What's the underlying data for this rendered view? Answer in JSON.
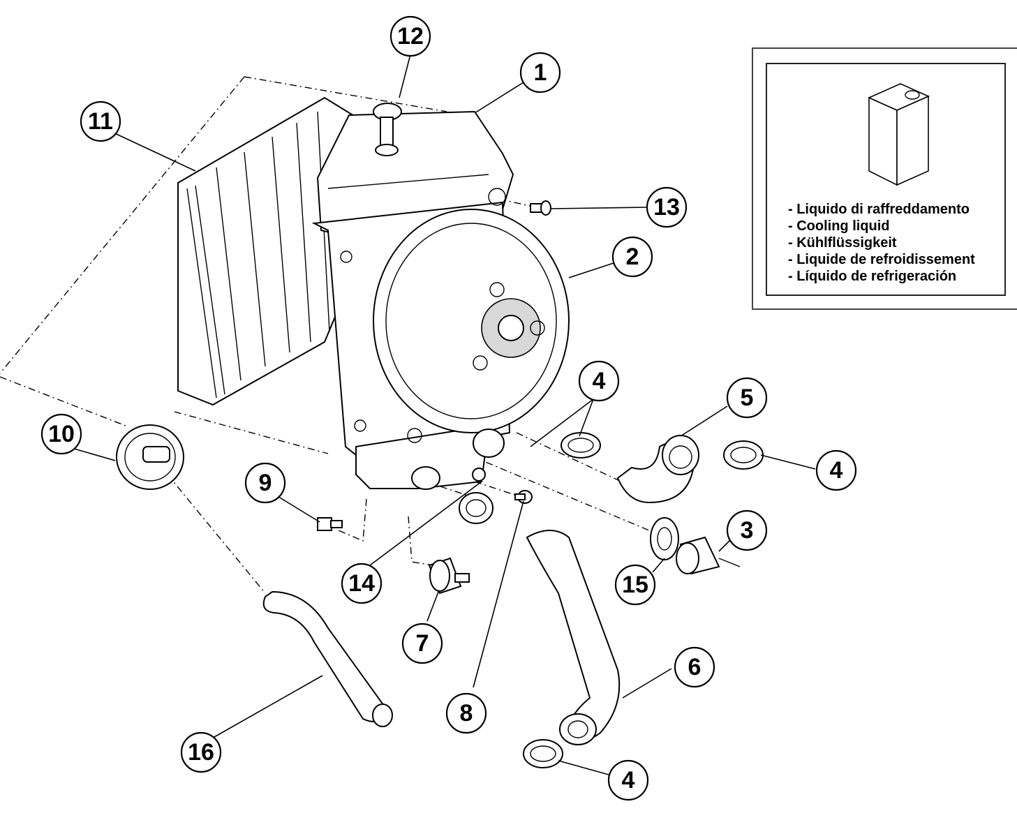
{
  "callouts": [
    {
      "id": "c1",
      "label": "1"
    },
    {
      "id": "c2",
      "label": "2"
    },
    {
      "id": "c3",
      "label": "3"
    },
    {
      "id": "c4a",
      "label": "4"
    },
    {
      "id": "c4b",
      "label": "4"
    },
    {
      "id": "c4c",
      "label": "4"
    },
    {
      "id": "c5",
      "label": "5"
    },
    {
      "id": "c6",
      "label": "6"
    },
    {
      "id": "c7",
      "label": "7"
    },
    {
      "id": "c8",
      "label": "8"
    },
    {
      "id": "c9",
      "label": "9"
    },
    {
      "id": "c10",
      "label": "10"
    },
    {
      "id": "c11",
      "label": "11"
    },
    {
      "id": "c12",
      "label": "12"
    },
    {
      "id": "c13",
      "label": "13"
    },
    {
      "id": "c14",
      "label": "14"
    },
    {
      "id": "c15",
      "label": "15"
    },
    {
      "id": "c16",
      "label": "16"
    }
  ],
  "legend": {
    "icon": "coolant-container-icon",
    "items": [
      "- Liquido di raffreddamento",
      "- Cooling liquid",
      "- Kühlflüssigkeit",
      "- Liquide de refroidissement",
      "- Líquido de refrigeración"
    ]
  }
}
